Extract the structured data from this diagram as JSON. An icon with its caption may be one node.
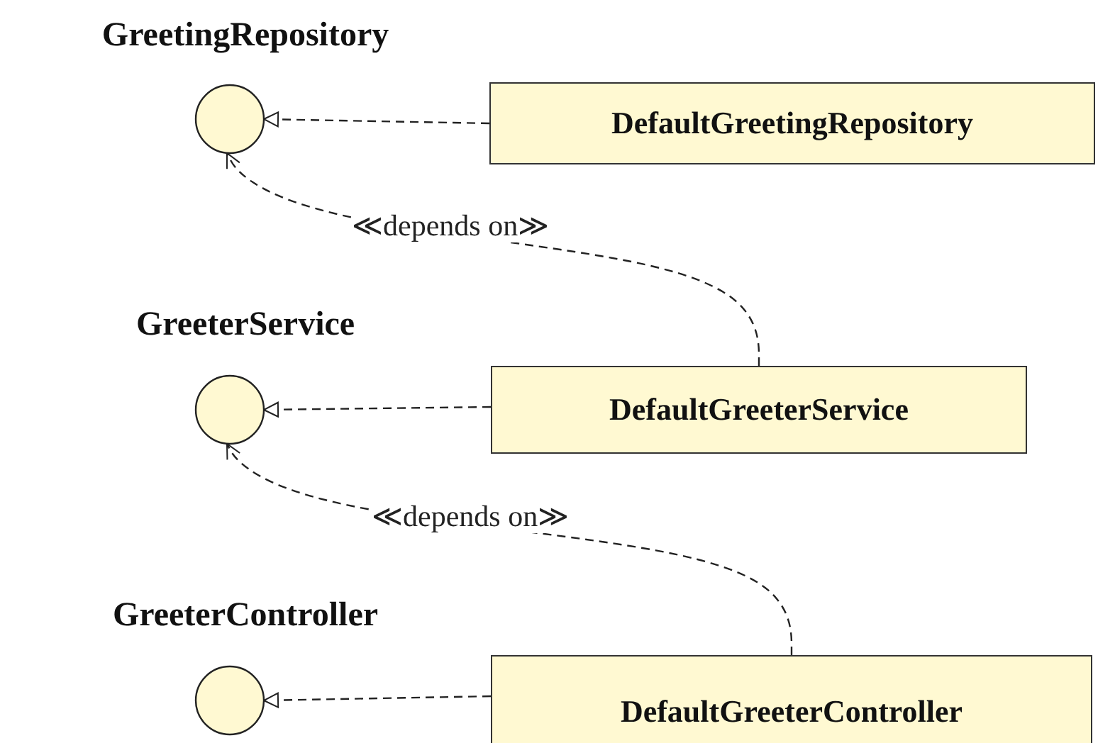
{
  "diagram": {
    "nodes": [
      {
        "text": [
          "GreetingRepository"
        ]
      },
      {
        "text": [
          "DefaultGreetingRepository"
        ]
      },
      {
        "text": [
          "GreeterService"
        ]
      },
      {
        "text": [
          "DefaultGreeterService"
        ]
      },
      {
        "text": [
          "GreeterController"
        ]
      },
      {
        "text": [
          "DefaultGreeterController"
        ]
      }
    ],
    "edges": [
      {
        "from": 1,
        "to": 0,
        "arrow": "to",
        "style": "dashed"
      },
      {
        "from": 3,
        "to": 0,
        "arrow": "to",
        "style": "dashed",
        "label": "≪depends on≫"
      },
      {
        "from": 3,
        "to": 2,
        "arrow": "to",
        "style": "dashed"
      },
      {
        "from": 5,
        "to": 2,
        "arrow": "to",
        "style": "dashed",
        "label": "≪depends on≫"
      },
      {
        "from": 5,
        "to": 4,
        "arrow": "to",
        "style": "dashed"
      }
    ]
  }
}
